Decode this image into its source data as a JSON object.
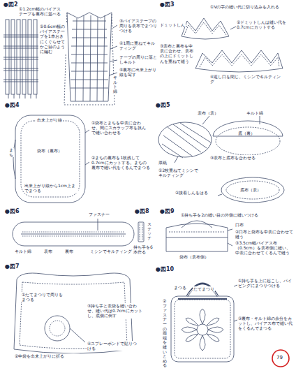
{
  "diagram": {
    "labels": [
      "●図2",
      "①1.2cm幅のバイアステープを裏布に並べる",
      "②0.6cm幅のバイアステープを1本おきにくぐらせてかご目のように編む",
      "③バイアステープの周りを表布でまつりつける",
      "④1周に重ねてキルティング",
      "テープの周りに落としキルト",
      "⑤裏布に出来上がり線を写す",
      "キルト綿",
      "●図3",
      "①Vの字の縫い代に切り込みを入れる",
      "ドミットしん",
      "②ドミットしんは縫い代を0.7cmにカットする",
      "③表布と裏布を中表に合わせ、表布の上にドミットしんを重ねて縫う",
      "④返し口を閉じ、ミシンでキルティング",
      "●図4",
      "出来上がり線",
      "まち",
      "袋布（裏布）",
      "出来上がり線から1cm上までまつる",
      "①袋布とまちを中表に合わせ、間にスカラップ布を挟んで縫い合わせる",
      "②まちの裏布を1枚残して0.7cmにカットする。まちの裏布で縫い代をくるんでまつる",
      "●図5",
      "表布（表）",
      "キルト綿",
      "底（裏）",
      "厚紙",
      "①2枚重ねてミシンでキルティング",
      "③表布と底布を合わせる",
      "底布（表）",
      "②接着しんをはる",
      "●図6",
      "ファスナー",
      "キルト綿",
      "表布",
      "裏布",
      "ミシンでキルティング",
      "●図8",
      "ステッチ",
      "持ち手を6本作る",
      "●図9",
      "①持ち手を2の縫い目の外側に縫いつける",
      "口布",
      "②口布と袋布を中表に合わせて縫う",
      "③3.5cm幅バイアス布（0.5cm）を表布側に縫い、中表に合わせてくるんで縫う",
      "袋布（表布側）",
      "●図7",
      "①たてまつりで周りをまつる",
      "②中袋を出来上がりに折る",
      "③持ち手と表袋を縫い合わせ、縫い代は0.7cmにカットし、底側に倒す",
      "④スプレーボンドで貼りつける",
      "●図10",
      "たてまつり",
      "まつる",
      "①持ち手を上に起こし、パイピングにまつりつける",
      "②ファスナーの両端を縫いとめる",
      "③裏布・キルト綿の余分をカットし、バイアス布で縫い代をくるんでまつる",
      "79"
    ]
  }
}
